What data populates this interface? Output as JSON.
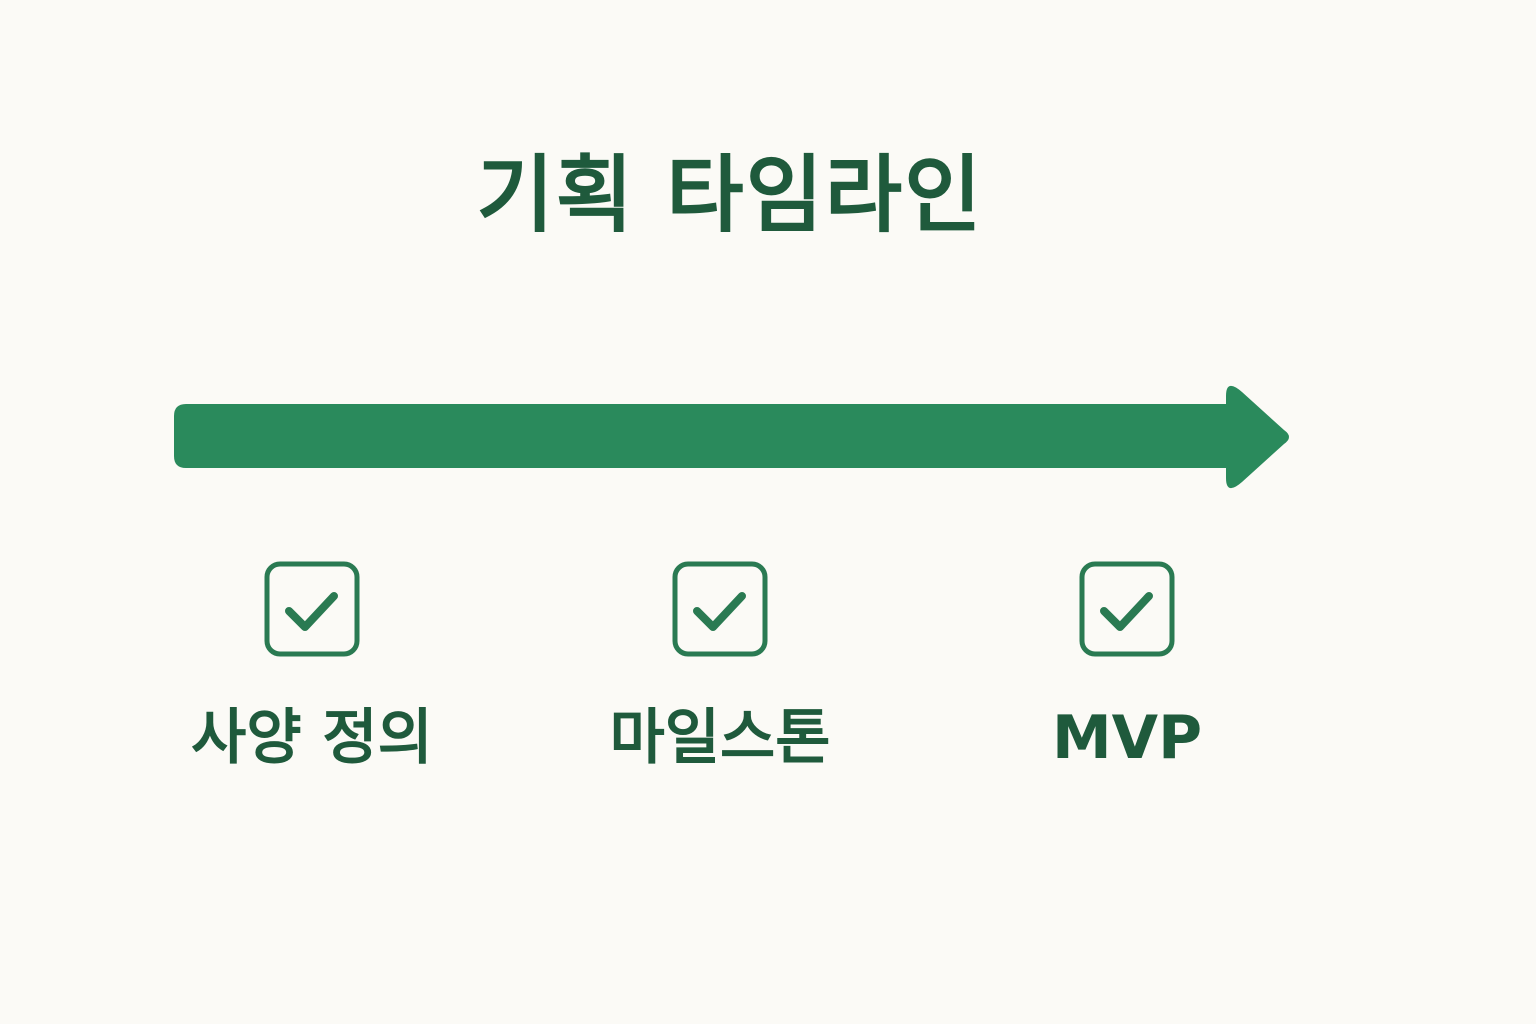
{
  "colors": {
    "background": "#fbfaf6",
    "text": "#1f5a3c",
    "arrow": "#2a8a5c",
    "check": "#2a7a52"
  },
  "title": "기획 타임라인",
  "arrow_icon": "right-arrow",
  "milestones": [
    {
      "label": "사양 정의",
      "icon": "checkbox-checked"
    },
    {
      "label": "마일스톤",
      "icon": "checkbox-checked"
    },
    {
      "label": "MVP",
      "icon": "checkbox-checked"
    }
  ]
}
